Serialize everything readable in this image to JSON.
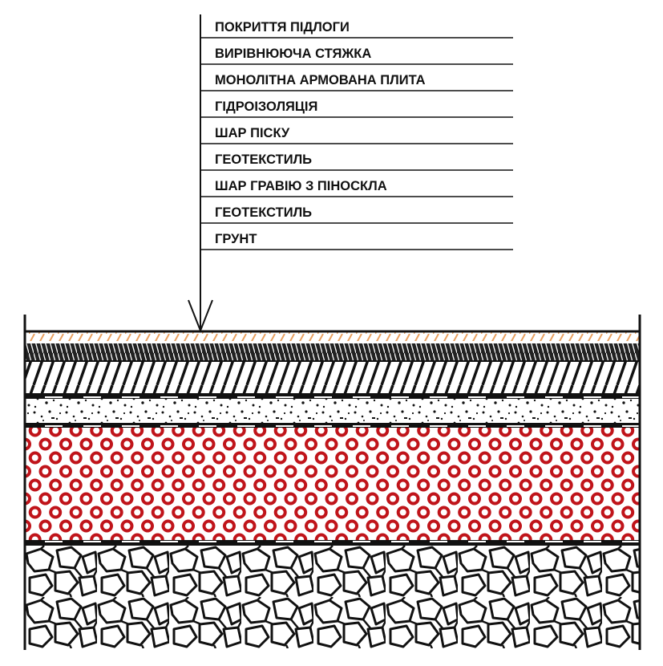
{
  "title": "Floor layer section",
  "layers": [
    {
      "label": "ПОКРИТТЯ ПІДЛОГИ"
    },
    {
      "label": "ВИРІВНЮЮЧА СТЯЖКА"
    },
    {
      "label": "МОНОЛІТНА АРМОВАНА ПЛИТА"
    },
    {
      "label": "ГІДРОІЗОЛЯЦІЯ"
    },
    {
      "label": "ШАР ПІСКУ"
    },
    {
      "label": "ГЕОТЕКСТИЛЬ"
    },
    {
      "label": "ШАР ГРАВІЮ З ПІНОСКЛА"
    },
    {
      "label": "ГЕОТЕКСТИЛЬ"
    },
    {
      "label": "ГРУНТ"
    }
  ],
  "colors": {
    "ink": "#111111",
    "foam_glass": "#c0141a",
    "floor_cover": "#e8a060"
  }
}
